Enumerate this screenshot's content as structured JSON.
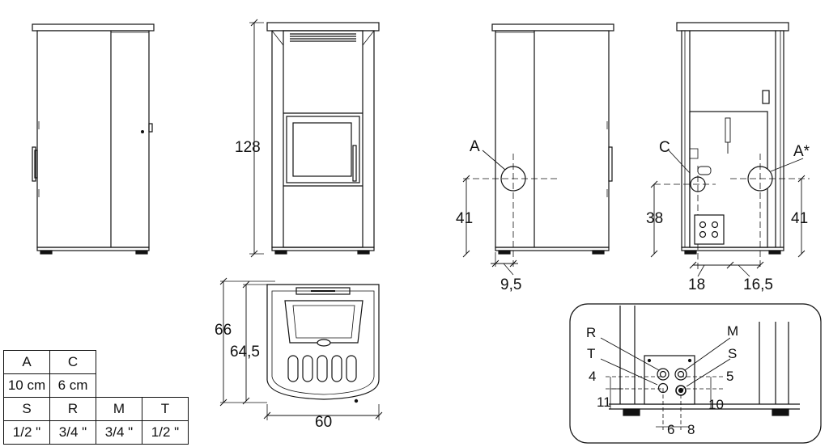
{
  "dimensions": {
    "height": "128",
    "depth": "66",
    "depth_inner": "64,5",
    "width": "60",
    "outlet_height_left": "41",
    "outlet_offset_left": "9,5",
    "outlet_height_rear_c": "38",
    "outlet_height_rear_a": "41",
    "rear_offset_c": "18",
    "rear_offset_a": "16,5"
  },
  "labels": {
    "a": "A",
    "c": "C",
    "a_star": "A*"
  },
  "detail": {
    "r": "R",
    "m": "M",
    "t": "T",
    "s": "S",
    "d4": "4",
    "d5": "5",
    "d11": "11",
    "d10": "10",
    "d6": "6",
    "d8": "8"
  },
  "table1": {
    "headers": [
      "A",
      "C"
    ],
    "values": [
      "10 cm",
      "6 cm"
    ]
  },
  "table2": {
    "headers": [
      "S",
      "R",
      "M",
      "T"
    ],
    "values": [
      "1/2 \"",
      "3/4 \"",
      "3/4 \"",
      "1/2 \""
    ]
  }
}
